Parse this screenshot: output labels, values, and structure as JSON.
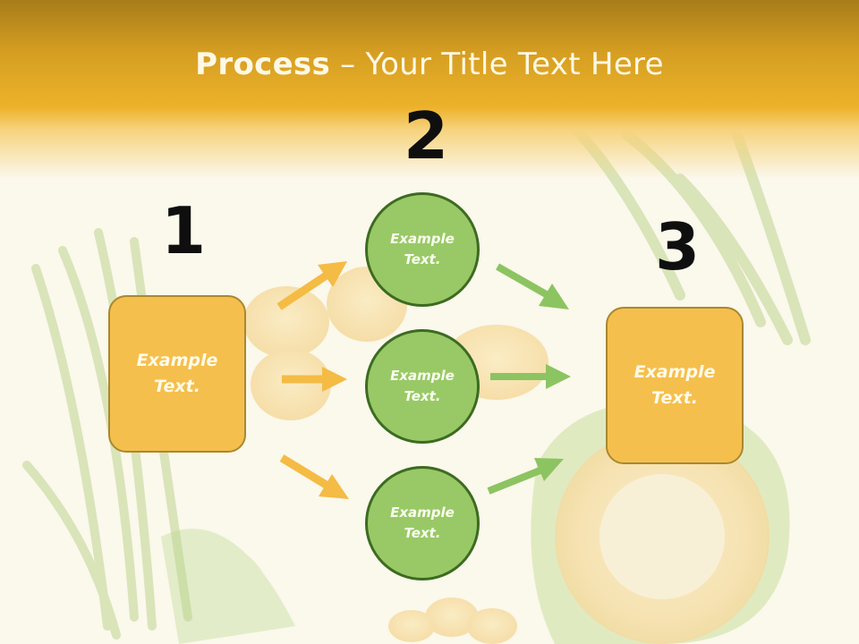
{
  "title": {
    "bold": "Process",
    "rest": " – Your Title Text Here"
  },
  "steps": {
    "one": "1",
    "two": "2",
    "three": "3"
  },
  "left_box": "Example Text.",
  "right_box": "Example Text.",
  "circles": [
    {
      "text": "Example Text."
    },
    {
      "text": "Example Text."
    },
    {
      "text": "Example Text."
    }
  ],
  "colors": {
    "orange_arrow": "#f4bb45",
    "green_arrow": "#8cc461",
    "box_fill": "#f5bf4e",
    "circle_fill": "#99c966"
  }
}
